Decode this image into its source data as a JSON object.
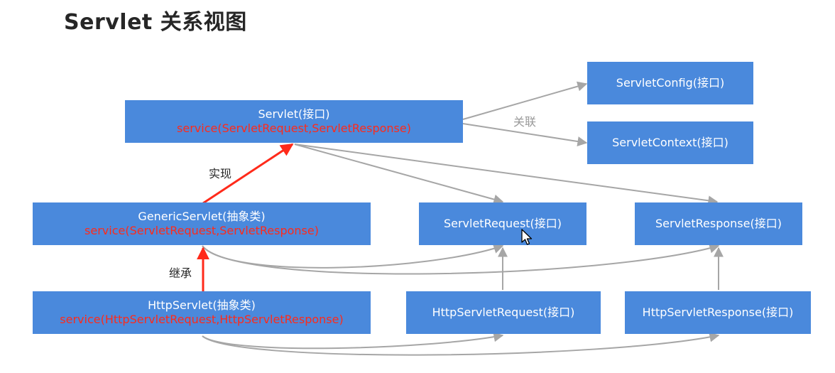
{
  "title": "Servlet 关系视图",
  "boxes": {
    "servlet": {
      "name": "Servlet(接口)",
      "method": "service(ServletRequest,ServletResponse)"
    },
    "servlet_config": {
      "name": "ServletConfig(接口)"
    },
    "servlet_context": {
      "name": "ServletContext(接口)"
    },
    "generic_servlet": {
      "name": "GenericServlet(抽象类)",
      "method": "service(ServletRequest,ServletResponse)"
    },
    "servlet_request": {
      "name": "ServletRequest(接口)"
    },
    "servlet_response": {
      "name": "ServletResponse(接口)"
    },
    "http_servlet": {
      "name": "HttpServlet(抽象类)",
      "method": "service(HttpServletRequest,HttpServletResponse)"
    },
    "http_servlet_request": {
      "name": "HttpServletRequest(接口)"
    },
    "http_servlet_response": {
      "name": "HttpServletResponse(接口)"
    }
  },
  "labels": {
    "association": "关联",
    "implements": "实现",
    "inherits": "继承"
  },
  "colors": {
    "box": "#4a89dc",
    "method_text": "#ff2a1a",
    "strong_arrow": "#ff2a1a",
    "weak_arrow": "#a6a6a6"
  }
}
